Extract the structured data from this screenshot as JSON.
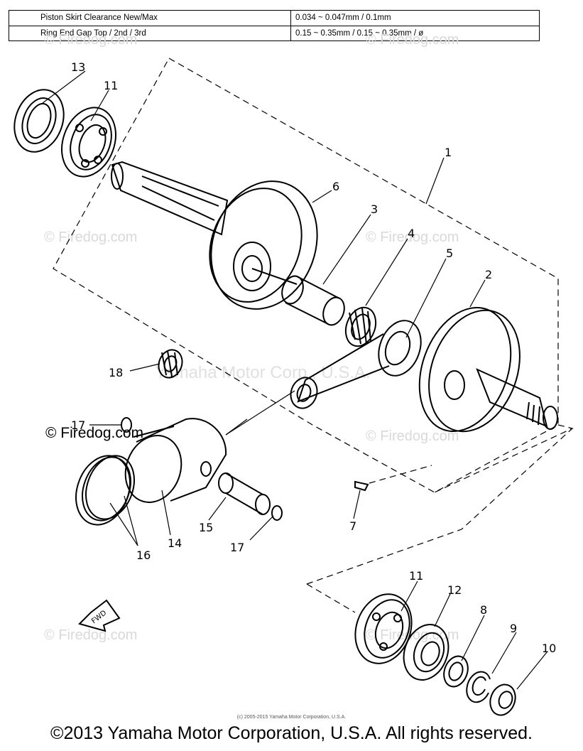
{
  "spec_table": {
    "rows": [
      {
        "label": "Piston Skirt Clearance New/Max",
        "value": "0.034 ~ 0.047mm / 0.1mm"
      },
      {
        "label": "Ring End Gap Top / 2nd / 3rd",
        "value": "0.15 ~ 0.35mm / 0.15 ~ 0.35mm / ø"
      }
    ]
  },
  "part_labels": {
    "p1": "1",
    "p2": "2",
    "p3": "3",
    "p4": "4",
    "p5": "5",
    "p6": "6",
    "p7": "7",
    "p8": "8",
    "p9": "9",
    "p10": "10",
    "p11_top": "11",
    "p11_bottom": "11",
    "p12": "12",
    "p13": "13",
    "p14": "14",
    "p15": "15",
    "p16": "16",
    "p17_left": "17",
    "p17_right": "17",
    "p18": "18"
  },
  "fwd_label": "FWD",
  "watermarks": {
    "firedog": "© Firedog.com",
    "firedog_dark": "© Firedog.com",
    "yamaha": "Yamaha Motor Corp., U.S.A."
  },
  "small_copyright": "(c) 2005-2015 Yamaha Motor Corporation, U.S.A.",
  "footer": "©2013 Yamaha Motor Corporation, U.S.A. All rights reserved."
}
